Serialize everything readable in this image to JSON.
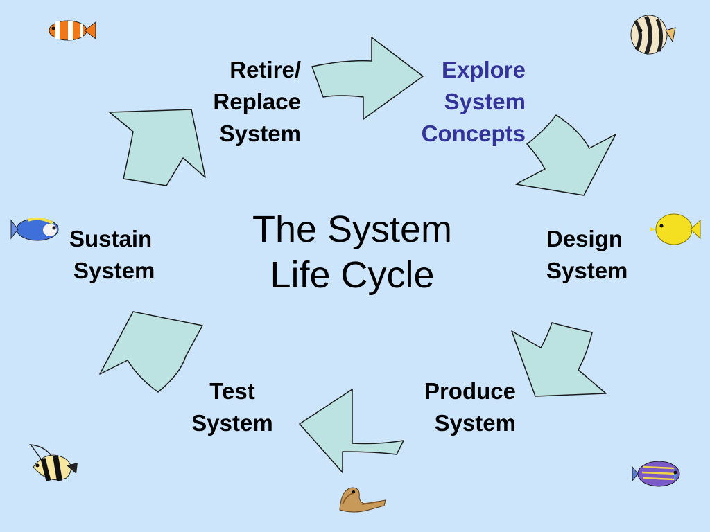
{
  "diagram": {
    "title_lines": [
      "The System",
      "Life Cycle"
    ],
    "stages": [
      {
        "id": "retire",
        "lines": [
          "Retire/",
          "Replace",
          "System"
        ]
      },
      {
        "id": "explore",
        "lines": [
          "Explore",
          "System",
          "Concepts"
        ]
      },
      {
        "id": "design",
        "lines": [
          "Design",
          "System"
        ]
      },
      {
        "id": "produce",
        "lines": [
          "Produce",
          "System"
        ]
      },
      {
        "id": "test",
        "lines": [
          "Test",
          "System"
        ]
      },
      {
        "id": "sustain",
        "lines": [
          "Sustain",
          "System"
        ]
      }
    ],
    "colors": {
      "background": "#cce5fb",
      "arrow_fill": "#bde2e2",
      "arrow_stroke": "#1a1a1a",
      "label_text": "#000000",
      "highlight_text": "#333399"
    },
    "decorations": [
      "clownfish-icon",
      "butterflyfish-icon",
      "blue-tang-icon",
      "yellow-tang-icon",
      "moorish-idol-icon",
      "angelfish-icon",
      "eel-icon"
    ]
  }
}
